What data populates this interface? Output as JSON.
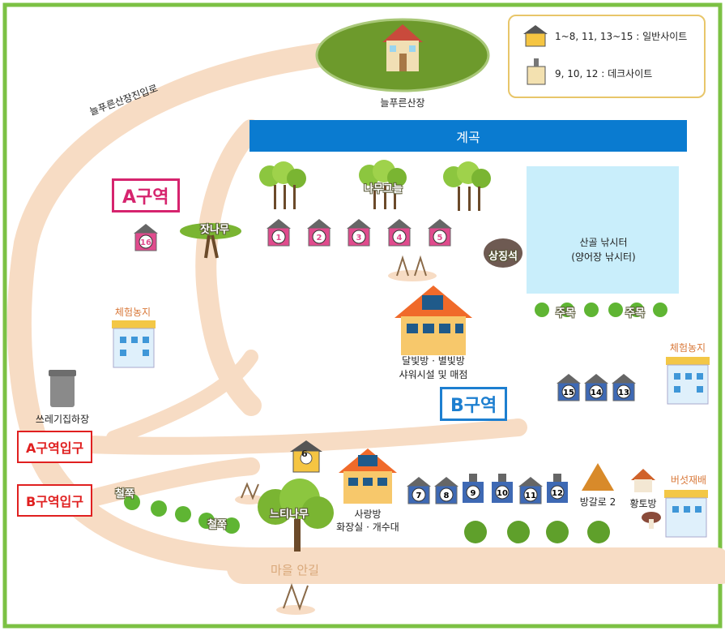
{
  "legend": {
    "general_text": "1~8, 11, 13~15 : 일반사이트",
    "deck_text": "9, 10, 12 : 데크사이트"
  },
  "labels": {
    "stream": "계곡",
    "main_building": "늘푸른산장",
    "entrance_road": "늘푸른산장진입로",
    "zone_a": "A구역",
    "zone_b": "B구역",
    "zone_a_entrance": "A구역입구",
    "zone_b_entrance": "B구역입구",
    "tree_zelkova": "잣나무",
    "forest_label": "나무그늘",
    "symbol_stone": "상징석",
    "fishing_area_line1": "산골 낚시터",
    "fishing_area_line2": "(양어장 낚시터)",
    "farm_left": "체험농지",
    "farm_right": "체험농지",
    "trash": "쓰레기집하장",
    "moonlight_room_line1": "달빛방 · 별빛방",
    "moonlight_room_line2": "샤워시설 및 매점",
    "love_room_line1": "사랑방",
    "love_room_line2": "화장실 · 개수대",
    "azalea_1": "철쭉",
    "azalea_2": "철쭉",
    "juniper_1": "주목",
    "juniper_2": "주목",
    "zelkova_tree": "느티나무",
    "village_road": "마을 안길",
    "bangalo": "방갈로 2",
    "clay_room": "황토방",
    "mushroom": "버섯재배"
  },
  "colors": {
    "border_green": "#7cc144",
    "path_peach": "#f7dcc4",
    "stream_blue": "#0a7bd0",
    "pond_blue": "#c9eefb",
    "zone_a_pink": "#d6246e",
    "zone_b_blue": "#1d7fd0",
    "entry_red": "#e02020",
    "lawn_green": "#6d9a2c"
  },
  "sites_a": [
    "1",
    "2",
    "3",
    "4",
    "5",
    "16"
  ],
  "sites_b_top": [
    "15",
    "14",
    "13"
  ],
  "sites_b_bottom": [
    "7",
    "8",
    "9",
    "10",
    "11",
    "12"
  ],
  "site_6": "6",
  "deck_sites": [
    "9",
    "10",
    "12"
  ]
}
